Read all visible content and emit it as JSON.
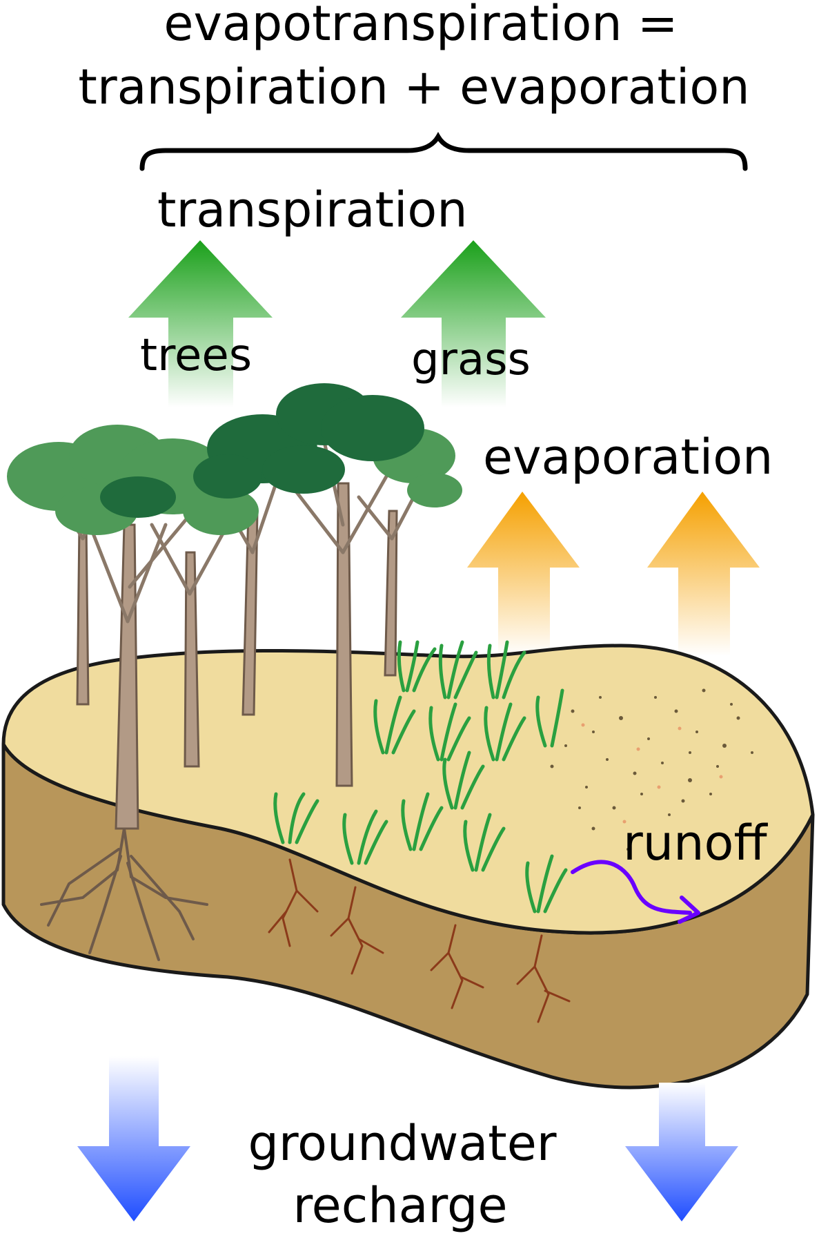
{
  "title": {
    "line1": "evapotranspiration =",
    "line2": "transpiration + evaporation"
  },
  "labels": {
    "transpiration": "transpiration",
    "trees": "trees",
    "grass": "grass",
    "evaporation": "evaporation",
    "runoff": "runoff",
    "groundwater_line1": "groundwater",
    "groundwater_line2": "recharge"
  },
  "colors": {
    "transpiration_arrow": "#2e9e2e",
    "evaporation_arrow": "#f5a623",
    "groundwater_arrow": "#2d5fff",
    "runoff_arrow": "#6a00ff",
    "soil_top": "#f0dc9e",
    "soil_side": "#b8965a",
    "roots": "#8b3a1a",
    "foliage_light": "#4f9a58",
    "foliage_dark": "#1f6b3c",
    "trunk": "#8a7868",
    "grass": "#2aa040"
  },
  "icons": {
    "brace": "curly-brace",
    "up_arrows": "up-arrow",
    "down_arrows": "down-arrow",
    "runoff": "curved-arrow"
  }
}
